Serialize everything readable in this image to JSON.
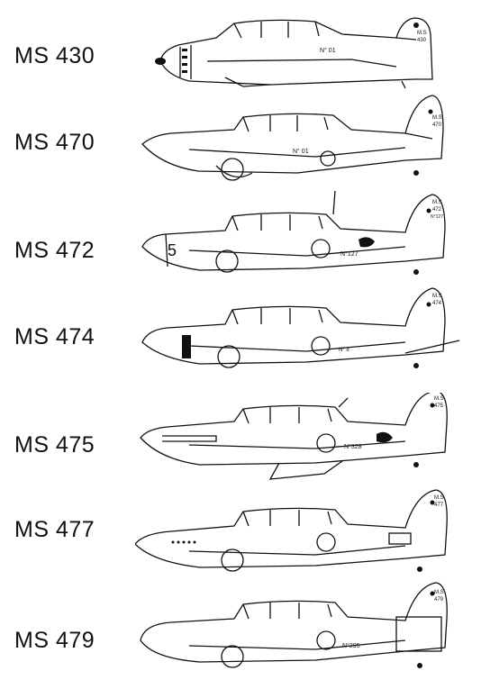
{
  "variants": [
    {
      "label": "MS 430",
      "serial": "N° 01",
      "fin_text": [
        "M.S",
        "430"
      ],
      "nose_number": ""
    },
    {
      "label": "MS 470",
      "serial": "N° 01",
      "fin_text": [
        "M.S",
        "470"
      ],
      "nose_number": ""
    },
    {
      "label": "MS 472",
      "serial": "N°127",
      "fin_text": [
        "M.S",
        "472",
        "N°127"
      ],
      "nose_number": "5"
    },
    {
      "label": "MS 474",
      "serial": "N° 8",
      "fin_text": [
        "M.S",
        "474"
      ],
      "nose_number": ""
    },
    {
      "label": "MS 475",
      "serial": "N°328",
      "fin_text": [
        "M.S",
        "475"
      ],
      "nose_number": ""
    },
    {
      "label": "MS 477",
      "serial": "",
      "fin_text": [
        "M.S",
        "477"
      ],
      "nose_number": ""
    },
    {
      "label": "MS 479",
      "serial": "N°295",
      "fin_text": [
        "M.S",
        "479"
      ],
      "nose_number": ""
    }
  ],
  "colors": {
    "ink": "#111111",
    "paper": "#ffffff"
  }
}
